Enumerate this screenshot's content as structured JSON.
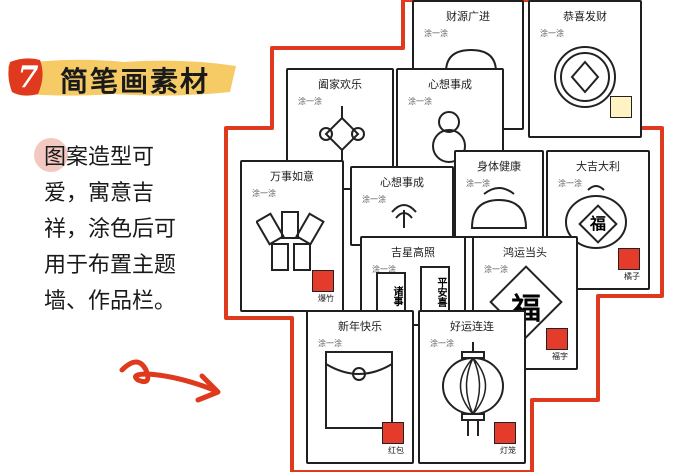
{
  "section": {
    "number": "7",
    "title": "简笔画素材",
    "accent": "#e03a1e",
    "highlight": "#f5c24a"
  },
  "description": "图案造型可爱，寓意吉祥，涂色后可用于布置主题墙、作品栏。",
  "cards": [
    {
      "title": "财源广进",
      "sub": "涂一涂",
      "tag": ""
    },
    {
      "title": "恭喜发财",
      "sub": "涂一涂",
      "tag": ""
    },
    {
      "title": "阖家欢乐",
      "sub": "涂一涂",
      "tag": ""
    },
    {
      "title": "心想事成",
      "sub": "涂一涂",
      "tag": ""
    },
    {
      "title": "万事如意",
      "sub": "涂一涂",
      "tag": "爆竹"
    },
    {
      "title": "心想事成",
      "sub": "涂一涂",
      "tag": ""
    },
    {
      "title": "身体健康",
      "sub": "涂一涂",
      "tag": ""
    },
    {
      "title": "大吉大利",
      "sub": "涂一涂",
      "tag": "橘子"
    },
    {
      "title": "吉星高照",
      "sub": "涂一涂",
      "tag": ""
    },
    {
      "title": "鸿运当头",
      "sub": "涂一涂",
      "tag": "福字"
    },
    {
      "title": "新年快乐",
      "sub": "涂一涂",
      "tag": "红包"
    },
    {
      "title": "好运连连",
      "sub": "涂一涂",
      "tag": "灯笼"
    }
  ],
  "couplet": {
    "left": "诸事",
    "right": "平安喜"
  },
  "fu": "福"
}
